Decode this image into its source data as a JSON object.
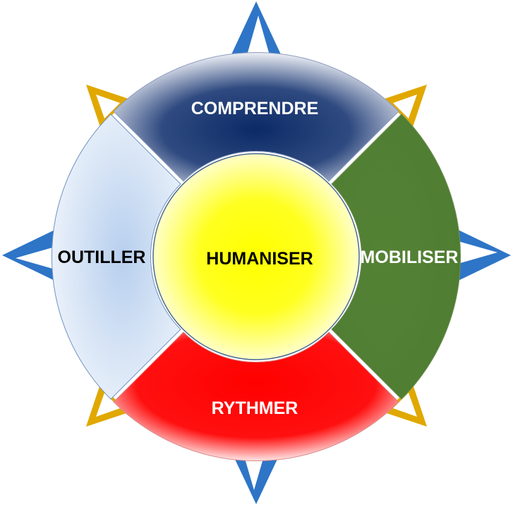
{
  "diagram": {
    "center": {
      "label": "HUMANISER",
      "color": "#ffff00",
      "text_color": "#000000"
    },
    "segments": [
      {
        "id": "top",
        "label": "COMPRENDRE",
        "color": "#0b2a66",
        "text_color": "#ffffff"
      },
      {
        "id": "right",
        "label": "MOBILISER",
        "color": "#548235",
        "text_color": "#ffffff"
      },
      {
        "id": "bottom",
        "label": "RYTHMER",
        "color": "#ff0000",
        "text_color": "#ffffff"
      },
      {
        "id": "left",
        "label": "OUTILLER",
        "color": "#bcd3ee",
        "text_color": "#000000"
      }
    ],
    "compass": {
      "cardinal_color": "#2e75c7",
      "diagonal_color": "#e0a800"
    }
  }
}
